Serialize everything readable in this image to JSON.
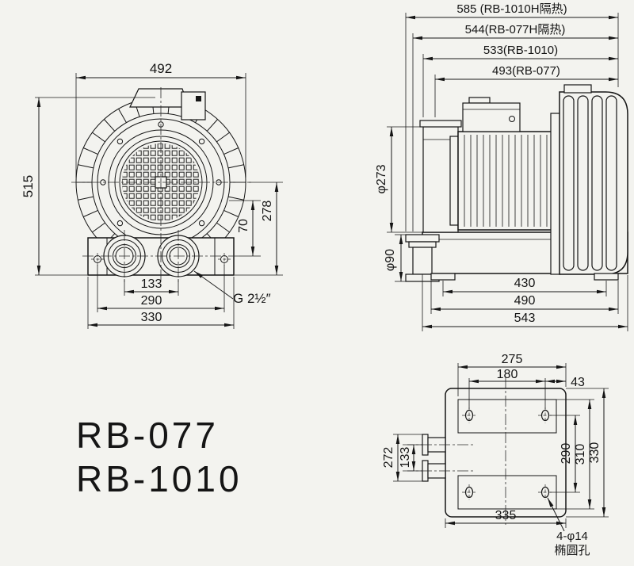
{
  "models": {
    "model1": "RB-077",
    "model2": "RB-1010"
  },
  "front_view": {
    "dim_width": "492",
    "dim_height": "515",
    "dim_center_to_base": "278",
    "dim_port_offset": "70",
    "dim_port_spacing": "133",
    "dim_bolt_spacing": "290",
    "dim_base_width": "330",
    "port_thread": "G 2½″"
  },
  "side_view": {
    "dim_overall_1": "585 (RB-1010H隔热)",
    "dim_overall_2": "544(RB-077H隔热)",
    "dim_overall_3": "533(RB-1010)",
    "dim_overall_4": "493(RB-077)",
    "dim_motor_dia": "φ273",
    "dim_pipe_dia": "φ90",
    "dim_foot_spacing": "430",
    "dim_base_length": "490",
    "dim_overall_length": "543"
  },
  "base_view": {
    "dim_pad_width": "275",
    "dim_hole_spacing_x": "180",
    "dim_edge_offset": "43",
    "dim_ports_outer": "272",
    "dim_ports_spacing": "133",
    "dim_hole_spacing_y": "290",
    "dim_pad_height": "310",
    "dim_plate_height": "330",
    "dim_plate_width": "335",
    "holes_note_line1": "4-φ14",
    "holes_note_line2": "椭圆孔"
  }
}
